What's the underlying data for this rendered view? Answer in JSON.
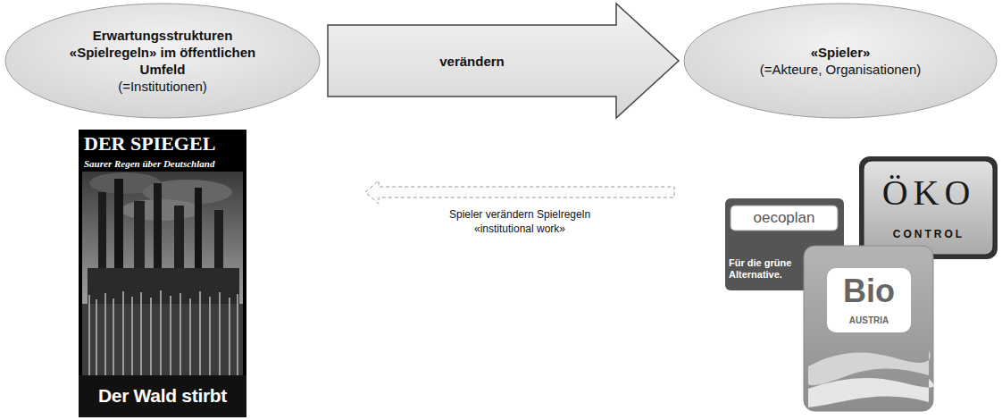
{
  "diagram": {
    "nodes": [
      {
        "text": [
          "Erwartungsstrukturen «Spielregeln» im öffentlichen Umfeld",
          "(=Institutionen)"
        ]
      },
      {
        "text": [
          "«Spieler»",
          "(=Akteure, Organisationen)"
        ]
      }
    ],
    "edges": [
      {
        "from": 0,
        "to": 1,
        "arrow": "to",
        "label": "verändern"
      },
      {
        "from": 1,
        "to": 0,
        "arrow": "to",
        "label": "Spieler verändern Spielregeln «institutional work»"
      }
    ],
    "labels": [
      "DER SPIEGEL",
      "Saurer Regen über Deutschland",
      "Der Wald stirbt",
      "oecoplan",
      "Für die grüne Alternative.",
      "ÖKO",
      "CONTROL",
      "Bio",
      "AUSTRIA"
    ]
  }
}
